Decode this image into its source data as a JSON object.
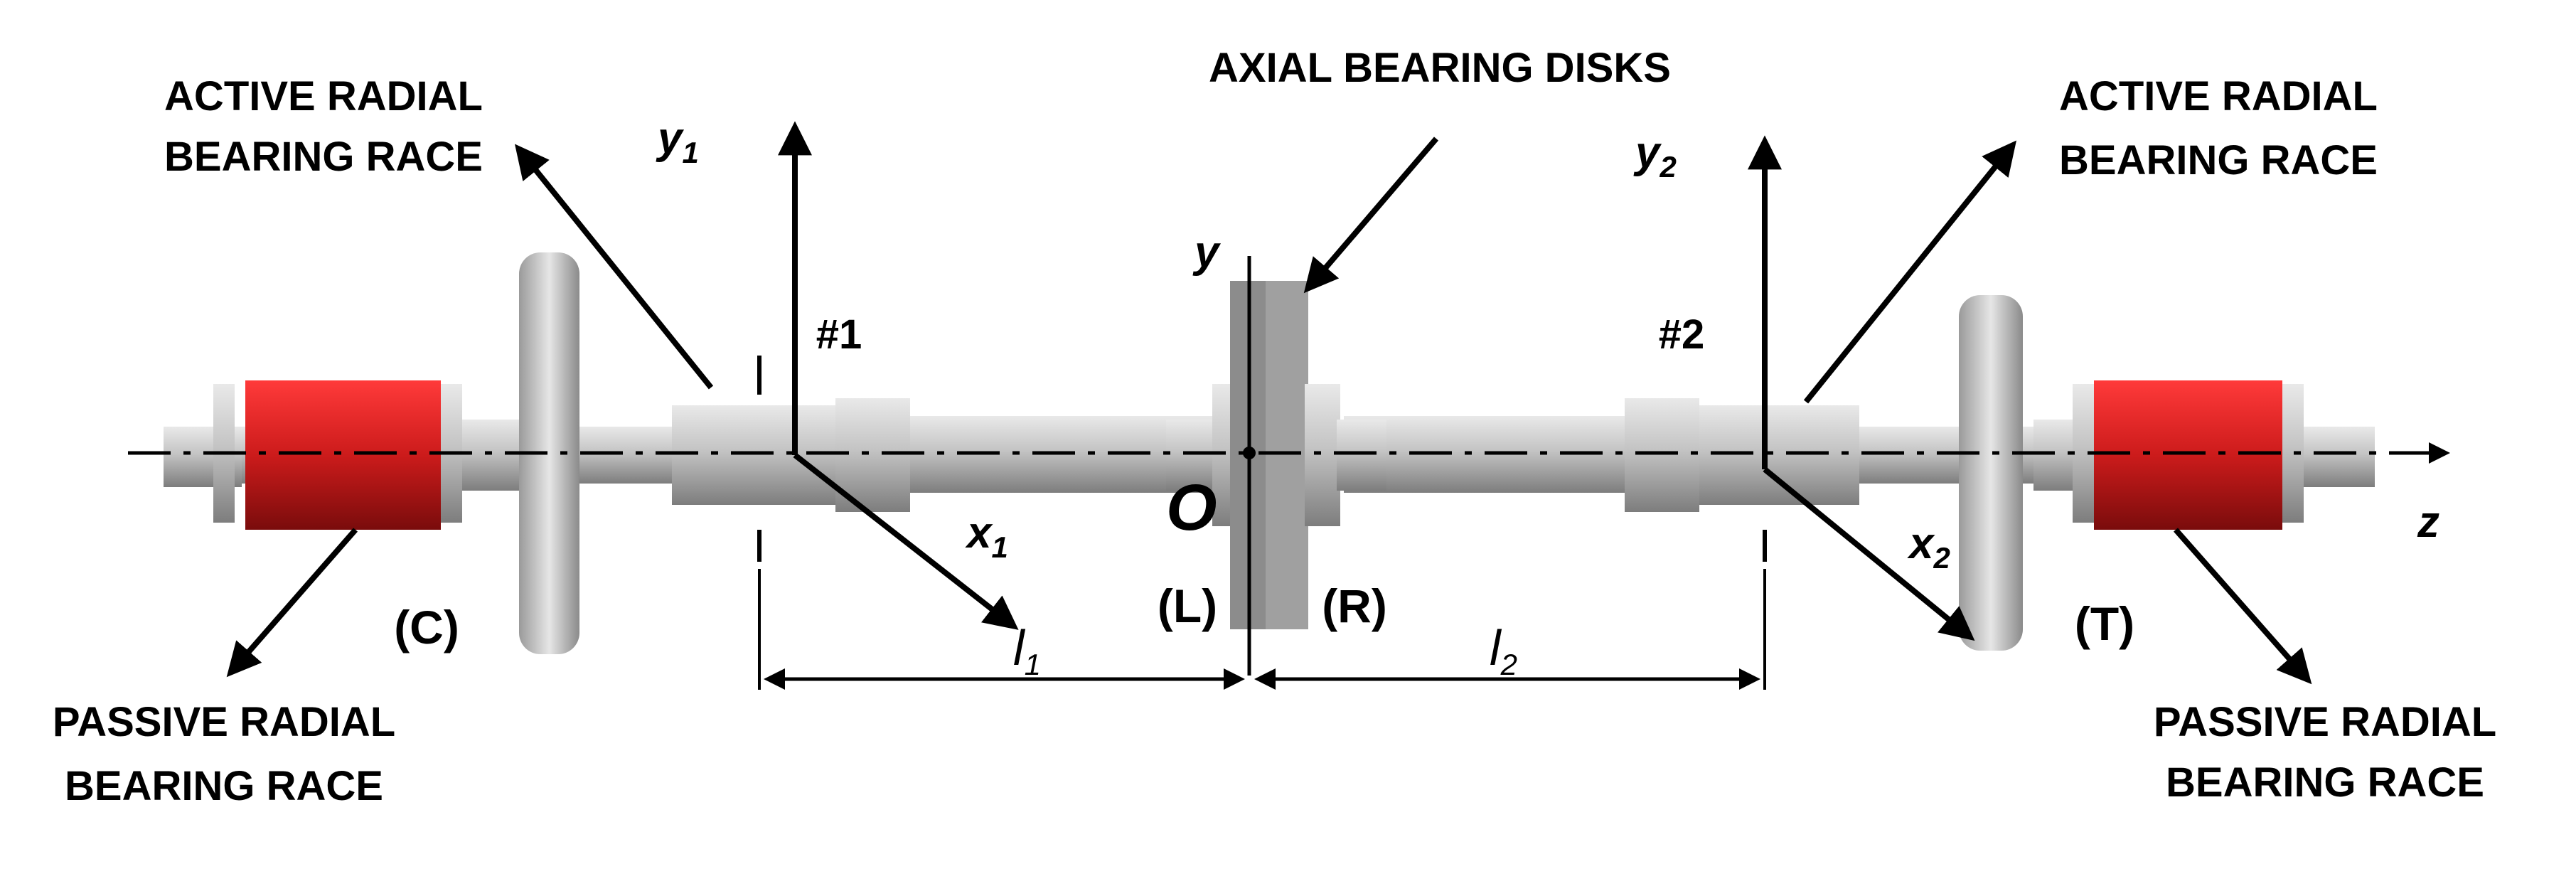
{
  "labels": {
    "axial_bearing_disks": "AXIAL BEARING DISKS",
    "active_left_line1": "ACTIVE RADIAL",
    "active_left_line2": "BEARING RACE",
    "active_right_line1": "ACTIVE RADIAL",
    "active_right_line2": "BEARING RACE",
    "passive_left_line1": "PASSIVE RADIAL",
    "passive_left_line2": "BEARING RACE",
    "passive_right_line1": "PASSIVE RADIAL",
    "passive_right_line2": "BEARING RACE",
    "bearing1": "#1",
    "bearing2": "#2",
    "c": "(C)",
    "l": "(L)",
    "r": "(R)",
    "t": "(T)"
  },
  "axes": {
    "y": "y",
    "y1": "y",
    "y1_sub": "1",
    "y2": "y",
    "y2_sub": "2",
    "x1": "x",
    "x1_sub": "1",
    "x2": "x",
    "x2_sub": "2",
    "z": "z",
    "origin": "O",
    "l1": "l",
    "l1_sub": "1",
    "l2": "l",
    "l2_sub": "2"
  },
  "colors": {
    "passive_race": "#cc1b1b",
    "shaft": "#b9b9b9",
    "axial_disk": "#8c8c8c"
  }
}
